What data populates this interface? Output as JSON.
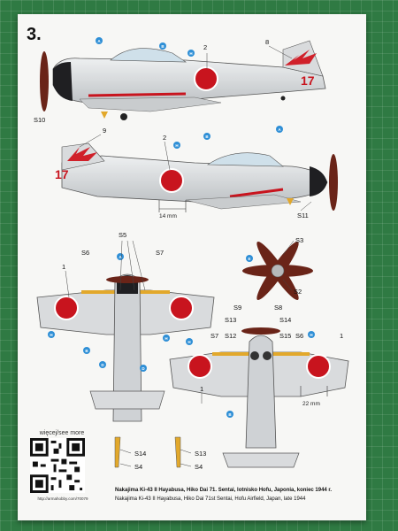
{
  "plate": {
    "number": "3.",
    "qr_label": "więcej/see more",
    "qr_url": "http://armahobby.com/70079",
    "caption_pl": "Nakajima Ki-43 II Hayabusa, Hiko Dai 71. Sentai, lotnisko Hofu, Japonia, koniec 1944 r.",
    "caption_en": "Nakajima Ki-43 II Hayabusa, Hiko Dai 71st Sentai, Hofu Airfield, Japan, late 1944"
  },
  "labels": {
    "tail_number": "17",
    "dim_fuselage": "14 mm",
    "dim_wing": "22 mm",
    "callouts": {
      "n1": "1",
      "n2": "2",
      "n8": "8",
      "n9": "9",
      "s2": "S2",
      "s3": "S3",
      "s4": "S4",
      "s5": "S5",
      "s6": "S6",
      "s7": "S7",
      "s8": "S8",
      "s9": "S9",
      "s10": "S10",
      "s11": "S11",
      "s12": "S12",
      "s13": "S13",
      "s14": "S14",
      "s15": "S15"
    },
    "paint_codes": {
      "a": "A",
      "b": "B",
      "d": "D",
      "e": "E",
      "h": "H"
    }
  },
  "colors": {
    "hinomaru": "#c8141e",
    "lightning_red": "#d0202a",
    "fuselage_grey": "#d9dbdd",
    "propeller": "#6a2418",
    "paint_chip": "#2f8fd6",
    "cowling": "#1f1f22",
    "wing_walk": "#e2a82b"
  }
}
